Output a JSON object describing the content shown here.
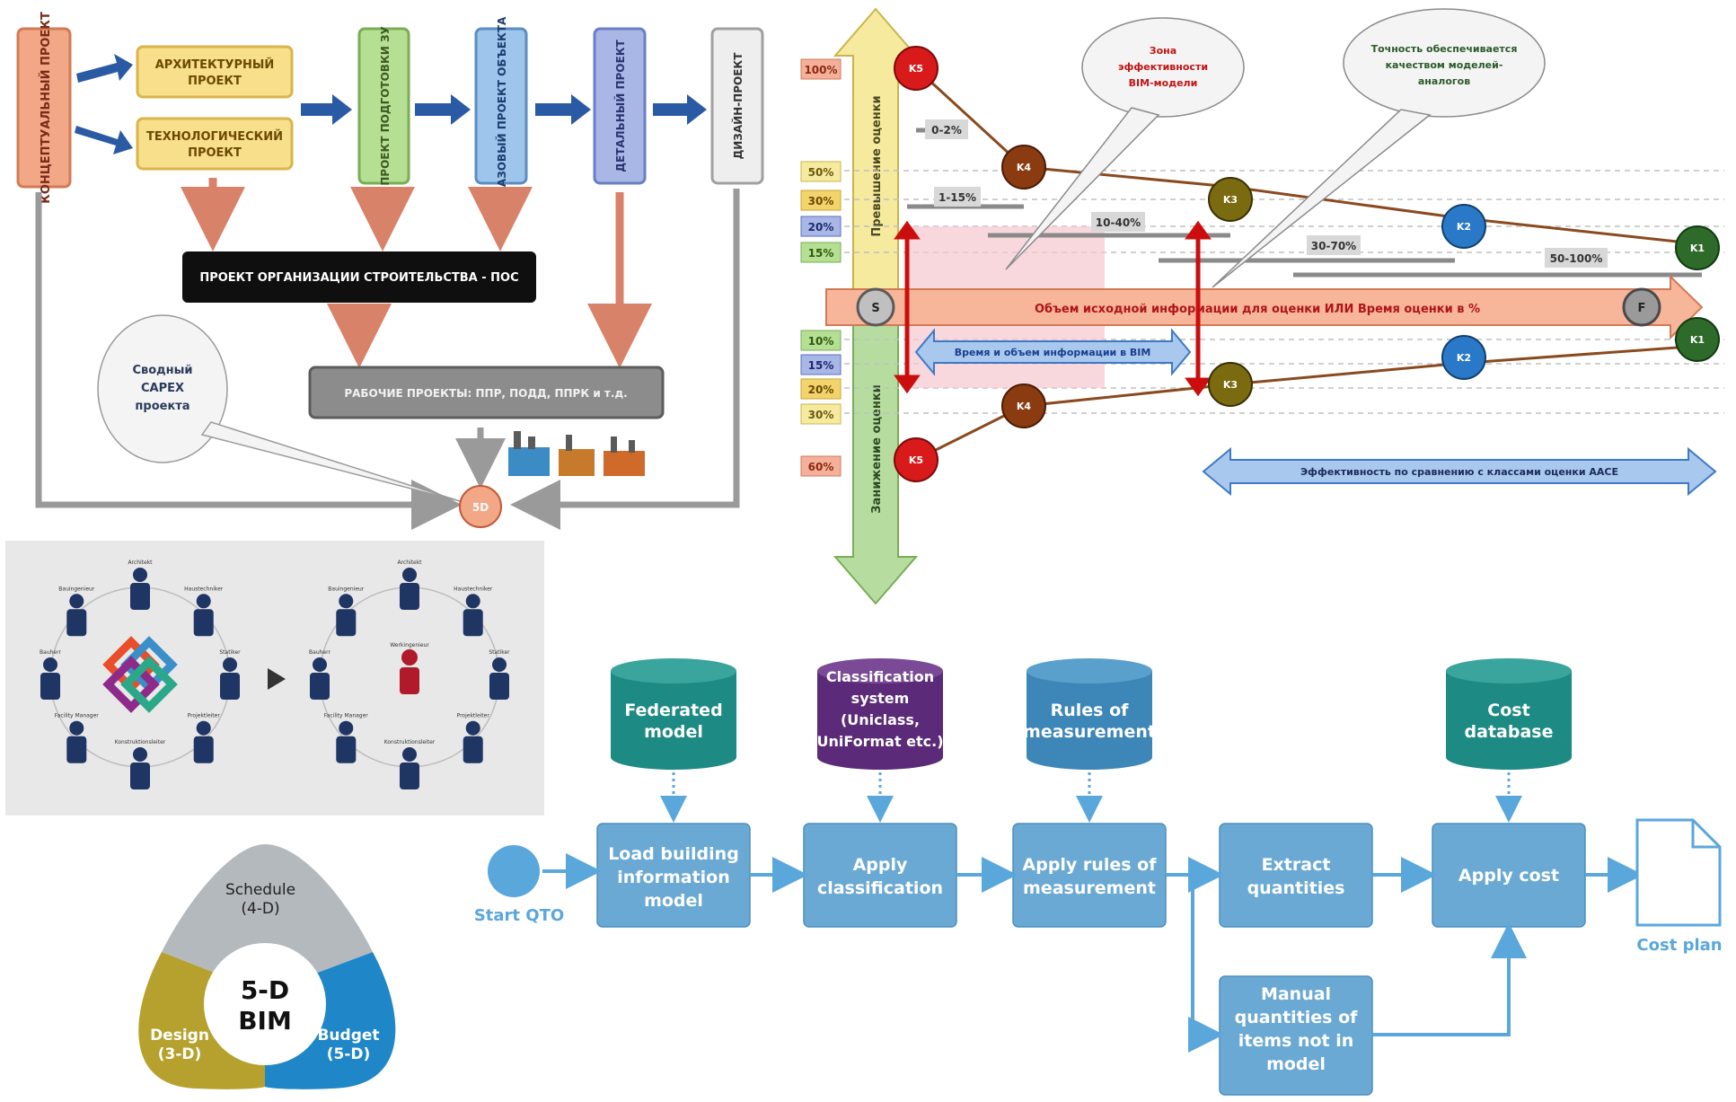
{
  "process": {
    "conceptual": "КОНЦЕПТУАЛЬНЫЙ ПРОЕКТ",
    "architectural": [
      "АРХИТЕКТУРНЫЙ",
      "ПРОЕКТ"
    ],
    "technological": [
      "ТЕХНОЛОГИЧЕСКИЙ",
      "ПРОЕКТ"
    ],
    "land_prep": "ПРОЕКТ ПОДГОТОВКИ ЗУ",
    "base_project": "БАЗОВЫЙ ПРОЕКТ ОБЪЕКТА",
    "detailed": "ДЕТАЛЬНЫЙ ПРОЕКТ",
    "design_project": "ДИЗАЙН-ПРОЕКТ",
    "pos": "ПРОЕКТ ОРГАНИЗАЦИИ СТРОИТЕЛЬСТВА - ПОС",
    "work_projects": "РАБОЧИЕ ПРОЕКТЫ: ППР, ПОДД, ППРК и т.д.",
    "capex_bubble": [
      "Сводный",
      "CAPEX",
      "проекта"
    ],
    "node_5d": "5D"
  },
  "funnel": {
    "axis_over": "Превышение оценки",
    "axis_under": "Занижение оценки",
    "pct_top": [
      "100%",
      "50%",
      "30%",
      "20%",
      "15%"
    ],
    "pct_bottom": [
      "10%",
      "15%",
      "20%",
      "30%",
      "60%"
    ],
    "ranges": [
      "0-2%",
      "1-15%",
      "10-40%",
      "30-70%",
      "50-100%"
    ],
    "main_arrow": "Объем исходной информации для оценки ИЛИ Время оценки в %",
    "bim_arrow": "Время и объем информации в BIM",
    "aace_arrow": "Эффективность по сравнению с классами оценки AACE",
    "bubble_zone": [
      "Зона",
      "эффективности",
      "BIM-модели"
    ],
    "bubble_accuracy": [
      "Точность обеспечивается",
      "качеством моделей-",
      "аналогов"
    ],
    "start": "S",
    "finish": "F",
    "classes": [
      "K5",
      "K4",
      "K3",
      "K2",
      "K1"
    ]
  },
  "network": {
    "left_roles": [
      "Architekt",
      "Haustechniker",
      "Statiker",
      "Projektleiter",
      "Konstruktionsleiter",
      "Facility Manager",
      "Bauherr",
      "Bauingenieur"
    ],
    "right_roles": [
      "Architekt",
      "Haustechniker",
      "Statiker",
      "Projektleiter",
      "Konstruktionsleiter",
      "Facility Manager",
      "Bauherr",
      "Bauingenieur"
    ],
    "center_role": "Werkingenieur"
  },
  "bim5d": {
    "center": [
      "5-D",
      "BIM"
    ],
    "schedule": [
      "Schedule",
      "(4-D)"
    ],
    "design": [
      "Design",
      "(3-D)"
    ],
    "budget": [
      "Budget",
      "(5-D)"
    ]
  },
  "qto": {
    "start": "Start QTO",
    "db_federated": [
      "Federated",
      "model"
    ],
    "db_classification": [
      "Classification",
      "system",
      "(Uniclass,",
      "UniFormat etc.)"
    ],
    "db_rules": [
      "Rules of",
      "measurement"
    ],
    "db_cost": [
      "Cost",
      "database"
    ],
    "step_load": [
      "Load building",
      "information",
      "model"
    ],
    "step_classify": [
      "Apply",
      "classification"
    ],
    "step_rules": [
      "Apply rules of",
      "measurement"
    ],
    "step_extract": [
      "Extract",
      "quantities"
    ],
    "step_cost": [
      "Apply cost"
    ],
    "step_manual": [
      "Manual",
      "quantities of",
      "items not in",
      "model"
    ],
    "end": "Cost plan"
  },
  "colors": {
    "qto_box": "#6aa9d4",
    "qto_arrow": "#5aa7dc",
    "db_teal": "#1d8a83",
    "db_purple": "#5b2a78",
    "db_blue": "#3d86b8",
    "funnel_line": "#8a4a1e",
    "schedule": "#b4b9bd",
    "design": "#b6a12e",
    "budget": "#1f86c8"
  }
}
